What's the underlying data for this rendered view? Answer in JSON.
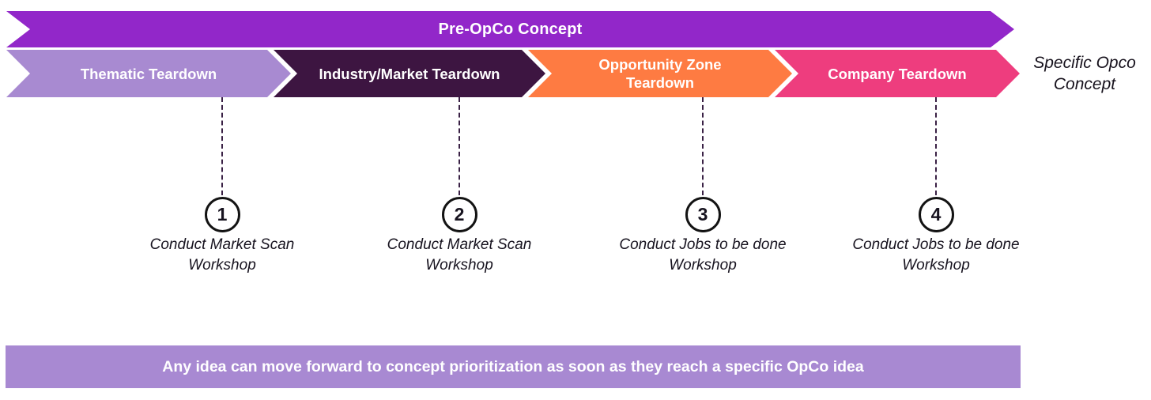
{
  "banner": {
    "label": "Pre-OpCo Concept",
    "color": "#9227c9"
  },
  "stages": [
    {
      "label": "Thematic Teardown",
      "color": "#a88ad1"
    },
    {
      "label": "Industry/Market Teardown",
      "color": "#3d1541"
    },
    {
      "label": "Opportunity Zone Teardown",
      "color": "#fe7b42"
    },
    {
      "label": "Company Teardown",
      "color": "#ee3d7e"
    }
  ],
  "outcome_label": "Specific Opco Concept",
  "steps": [
    {
      "number": "1",
      "caption": "Conduct Market Scan Workshop"
    },
    {
      "number": "2",
      "caption": "Conduct Market Scan Workshop"
    },
    {
      "number": "3",
      "caption": "Conduct Jobs to be done Workshop"
    },
    {
      "number": "4",
      "caption": "Conduct Jobs to be done Workshop"
    }
  ],
  "footer": {
    "label": "Any idea can move forward to concept prioritization as soon as they reach a specific OpCo idea",
    "color": "#a889d2"
  },
  "connector_color": "#3a2145"
}
